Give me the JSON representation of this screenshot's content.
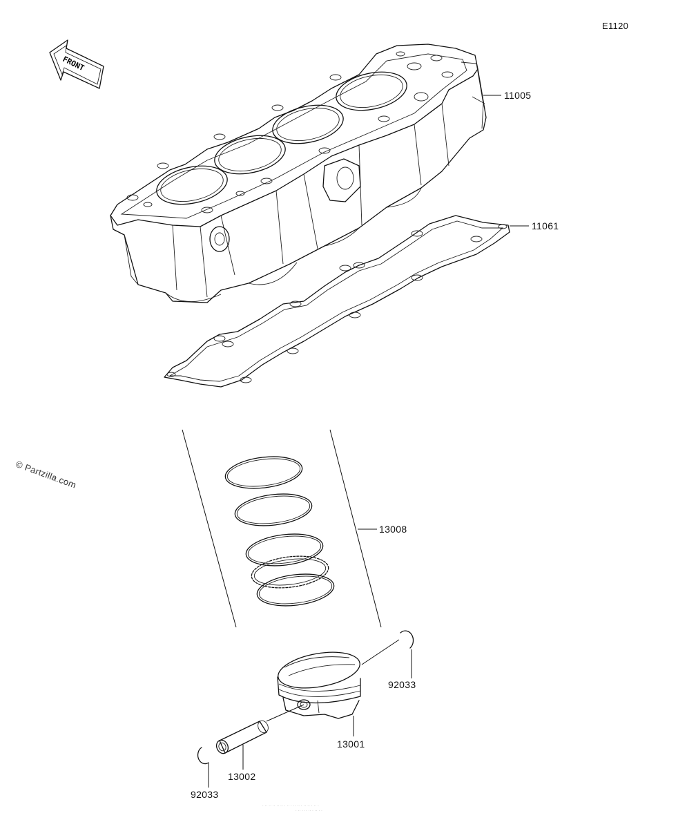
{
  "diagram_code": "E1120",
  "front_arrow_label": "FRONT",
  "watermark": "© Partzilla.com",
  "fine_print": [
    "· ·· ·· ·· ·· ·· · ·· · ·· ·· · ·· ·· · ·· ·",
    "· ·· · ·· ·· · ·· · ·"
  ],
  "parts": [
    {
      "id": "cylinder",
      "number": "11005"
    },
    {
      "id": "cylinder-gasket",
      "number": "11061"
    },
    {
      "id": "piston-ring-set",
      "number": "13008"
    },
    {
      "id": "piston-circlip-right",
      "number": "92033"
    },
    {
      "id": "piston",
      "number": "13001"
    },
    {
      "id": "piston-pin",
      "number": "13002"
    },
    {
      "id": "piston-circlip-left",
      "number": "92033"
    }
  ]
}
